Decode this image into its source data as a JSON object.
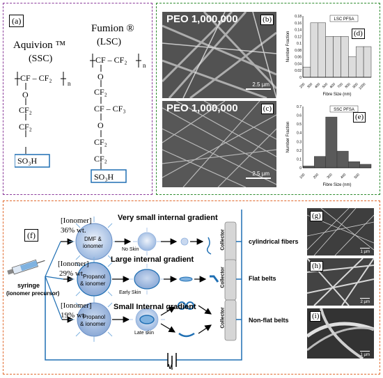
{
  "panel_a": {
    "tag": "(a)",
    "aquivion_name": "Aquivion ™",
    "aquivion_sub": "(SSC)",
    "fumion_name": "Fumion ®",
    "fumion_sub": "(LSC)",
    "aquivion_chain": [
      "CF – CF₂",
      "O",
      "CF₂",
      "CF₂",
      "SO₃H"
    ],
    "fumion_chain": [
      "CF – CF₂",
      "O",
      "CF₂",
      "CF – CF₃",
      "O",
      "CF₂",
      "CF₂",
      "SO₃H"
    ],
    "repeat_n": "n"
  },
  "panel_b": {
    "tag": "(b)",
    "label": "PEO 1,000,000",
    "scale": "2.5 µm"
  },
  "panel_c": {
    "tag": "(c)",
    "label": "PEO 1,000,000",
    "scale": "2.5 µm"
  },
  "panel_d": {
    "tag": "(d)",
    "legend": "LSC PFSA",
    "xlabel": "Fibre Size (nm)",
    "ylabel": "Number Fraction"
  },
  "panel_e": {
    "tag": "(e)",
    "legend": "SSC PFSA",
    "xlabel": "Fibre Size (nm)",
    "ylabel": "Number Fraction"
  },
  "chart_data": [
    {
      "type": "bar",
      "legend": "LSC PFSA",
      "xlabel": "Fibre Size (nm)",
      "ylabel": "Number Fraction",
      "categories": [
        "200",
        "300",
        "400",
        "500",
        "600",
        "700",
        "800",
        "900",
        "1000"
      ],
      "values": [
        0.03,
        0.16,
        0.16,
        0.12,
        0.12,
        0.12,
        0.06,
        0.09,
        0.09
      ],
      "ylim": [
        0,
        0.18
      ],
      "yticks": [
        "0",
        "0.02",
        "0.04",
        "0.06",
        "0.08",
        "0.1",
        "0.12",
        "0.14",
        "0.16",
        "0.18"
      ]
    },
    {
      "type": "bar",
      "legend": "SSC PFSA",
      "xlabel": "Fibre Size (nm)",
      "ylabel": "Number Fraction",
      "categories": [
        "100",
        "200",
        "300",
        "400",
        "500"
      ],
      "values": [
        0.02,
        0.13,
        0.58,
        0.19,
        0.07,
        0.04
      ],
      "ylim": [
        0,
        0.7
      ],
      "yticks": [
        "0",
        "0.1",
        "0.2",
        "0.3",
        "0.4",
        "0.5",
        "0.6",
        "0.7"
      ]
    }
  ],
  "panel_f": {
    "tag": "(f)",
    "syringe_label": "syringe",
    "syringe_sub": "(ionomer precursor)",
    "voltage": "V",
    "rows": [
      {
        "conc_label": "[Ionomer]",
        "conc": "36% wt.",
        "title": "Very small internal gradient",
        "core_top": "DMF &",
        "core_bottom": "ionomer",
        "skin": "No Skin",
        "collector": "Collector",
        "result": "cylindrical fibers"
      },
      {
        "conc_label": "[Ionomer]",
        "conc": "29% wt.",
        "title": "Large internal gradient",
        "core_top": "Propanol",
        "core_bottom": "& ionomer",
        "skin": "Early Skin",
        "collector": "Collector",
        "result": "Flat belts"
      },
      {
        "conc_label": "[Ionomer]",
        "conc": "19% wt.",
        "title": "Small Internal gradient",
        "core_top": "Propanol",
        "core_bottom": "& ionomer",
        "skin": "Late skin",
        "collector": "Collector",
        "result": "Non-flat belts"
      }
    ]
  },
  "panel_g": {
    "tag": "(g)",
    "scale": "1 µm"
  },
  "panel_h": {
    "tag": "(h)",
    "scale": "2 µm"
  },
  "panel_i": {
    "tag": "(i)",
    "scale": "1 µm"
  },
  "colors": {
    "accent_blue": "#1f6fb3",
    "spike_blue": "#7fb2e0",
    "sphere_fill": "#c8d8ef",
    "green_border": "#2e8b2e",
    "purple_border": "#8a3a9a",
    "orange_border": "#e0672a"
  }
}
